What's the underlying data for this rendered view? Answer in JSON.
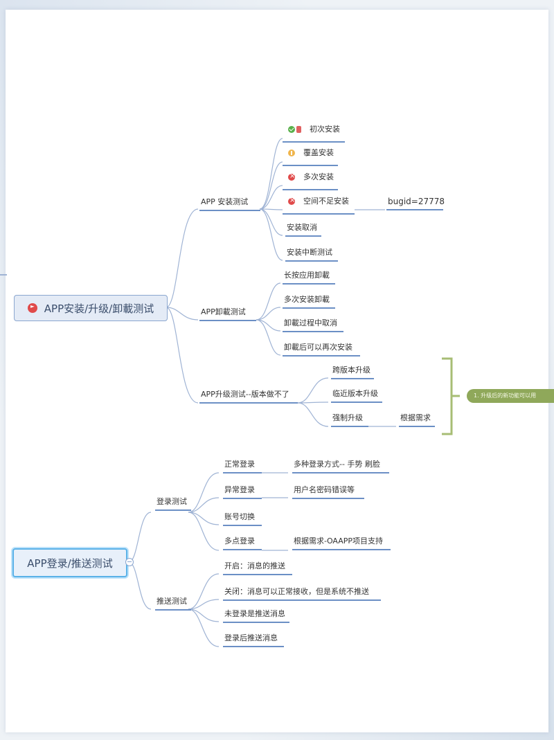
{
  "roots": {
    "install": {
      "label": "APP安装/升级/卸載测试"
    },
    "login": {
      "label": "APP登录/推送测试"
    }
  },
  "install_branch": {
    "install_test": "APP 安装测试",
    "items": [
      "初次安装",
      "覆盖安装",
      "多次安装",
      "空间不足安装",
      "安装取消",
      "安装中断测试"
    ],
    "bugid": "bugid=27778"
  },
  "uninstall_branch": {
    "label": "APP卸載测试",
    "items": [
      "长按应用卸載",
      "多次安装卸載",
      "卸載过程中取消",
      "卸載后可以再次安装"
    ]
  },
  "upgrade_branch": {
    "label": "APP升级测试--版本做不了",
    "items": [
      "跨版本升级",
      "临近版本升级",
      "强制升级"
    ],
    "forced_note": "根据需求",
    "summary": "1. 升级后的新功能可以用"
  },
  "login_branch": {
    "label": "登录测试",
    "items": [
      "正常登录",
      "异常登录",
      "账号切换",
      "多点登录"
    ],
    "notes": [
      "多种登录方式-- 手势  刷脸",
      "用户名密码错误等",
      "根据需求-OAAPP项目支持"
    ]
  },
  "push_branch": {
    "label": "推送测试",
    "items": [
      "开启：消息的推送",
      "关闭：消息可以正常接收，但是系统不推送",
      "未登录是推送消息",
      "登录后推送消息"
    ]
  },
  "colors": {
    "line": "#9fb3d4",
    "underline": "#6b8fc5",
    "summary": "#8fa85a",
    "bracket": "#a7bd74"
  },
  "icons": [
    "flag-icon",
    "check-icon",
    "info-icon",
    "warning-icon",
    "error-icon",
    "collapse-icon"
  ]
}
